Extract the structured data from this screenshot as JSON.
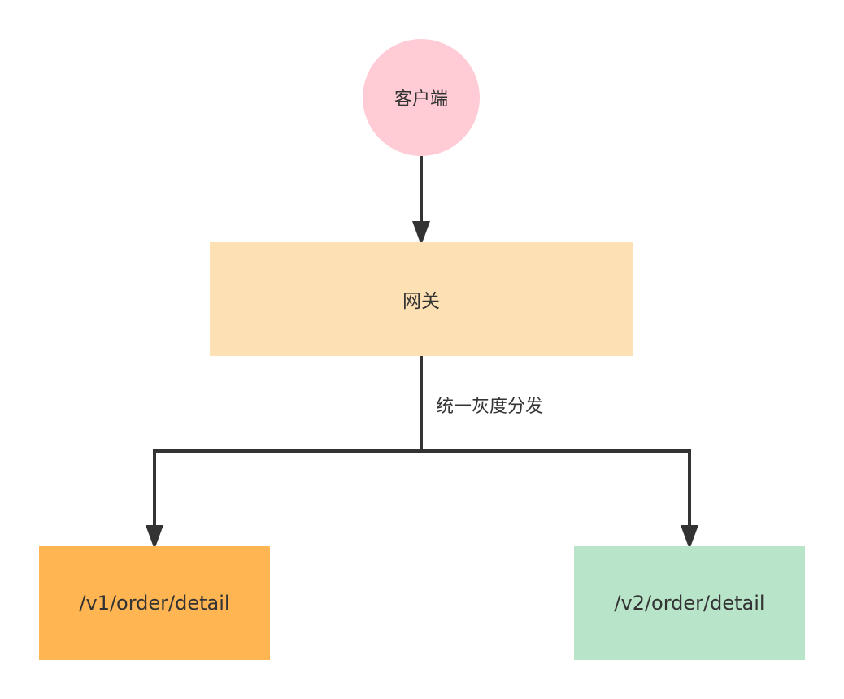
{
  "nodes": {
    "client": {
      "label": "客户端",
      "color": "#ffccd6"
    },
    "gateway": {
      "label": "网关",
      "color": "#fde0b3"
    },
    "v1": {
      "label": "/v1/order/detail",
      "color": "#feb552"
    },
    "v2": {
      "label": "/v2/order/detail",
      "color": "#b8e5c9"
    }
  },
  "edges": {
    "split_label": "统一灰度分发",
    "line_color": "#333333"
  }
}
